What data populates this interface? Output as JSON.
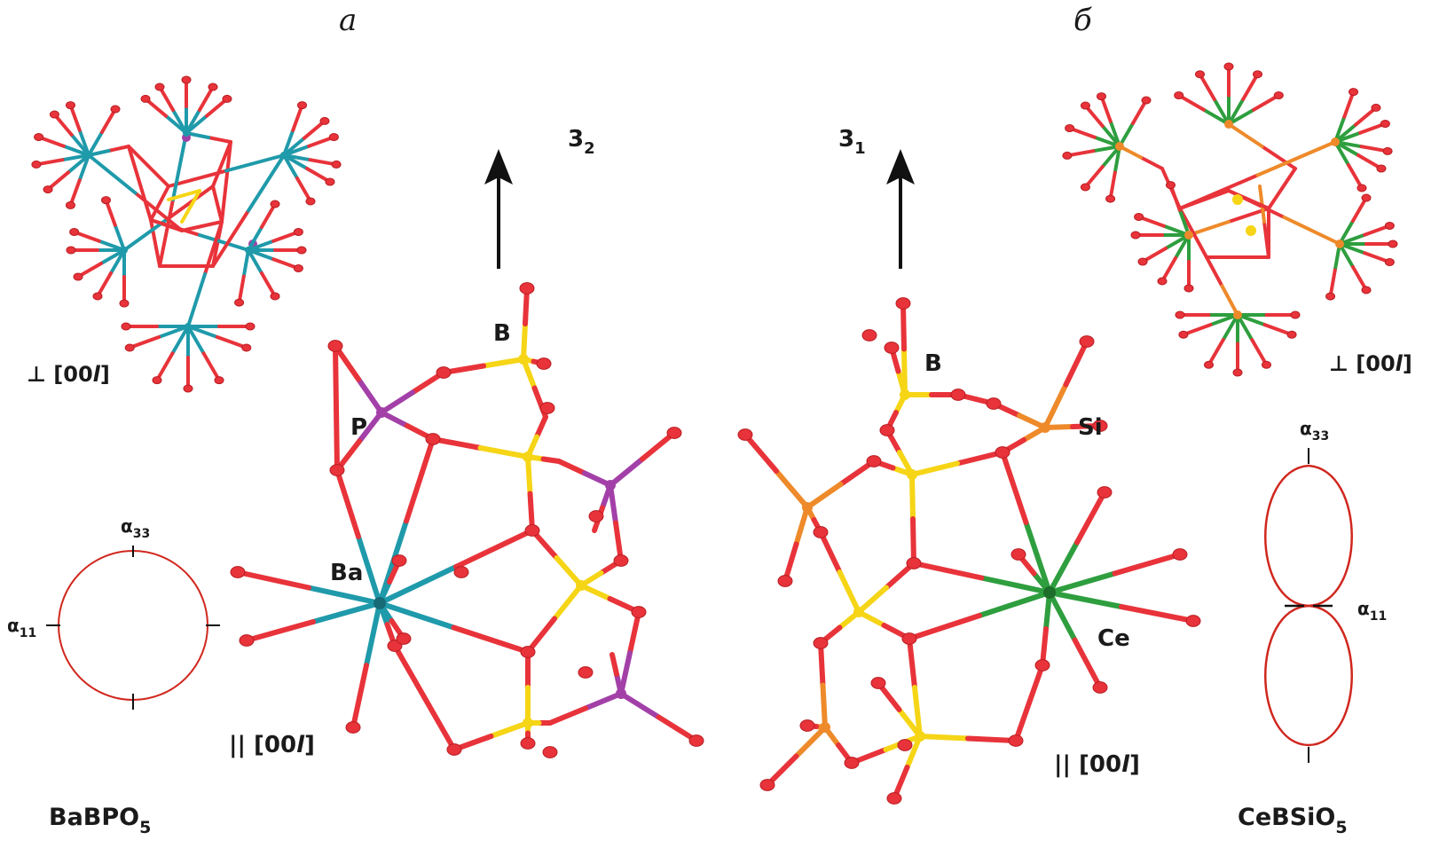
{
  "panels": {
    "left": "а",
    "right": "б"
  },
  "left": {
    "axis_label_base": "3",
    "axis_label_sub": "2",
    "atoms": {
      "b": "B",
      "p": "P",
      "ba": "Ba"
    },
    "view_perp": "⊥ [00",
    "view_perp_italic": "l",
    "view_perp_end": "]",
    "view_par": "|| [00",
    "view_par_italic": "l",
    "view_par_end": "]",
    "alpha_top_base": "α",
    "alpha_top_sub": "33",
    "alpha_side_base": "α",
    "alpha_side_sub": "11",
    "formula_main": "BaBPO",
    "formula_sub": "5"
  },
  "right": {
    "axis_label_base": "3",
    "axis_label_sub": "1",
    "atoms": {
      "b": "B",
      "si": "Si",
      "ce": "Ce"
    },
    "view_perp": "⊥ [00",
    "view_perp_italic": "l",
    "view_perp_end": "]",
    "view_par": "|| [00",
    "view_par_italic": "l",
    "view_par_end": "]",
    "alpha_top_base": "α",
    "alpha_top_sub": "33",
    "alpha_side_base": "α",
    "alpha_side_sub": "11",
    "formula_main": "CeBSiO",
    "formula_sub": "5"
  },
  "colors": {
    "oxygen": "#e8333a",
    "boron": "#f5d516",
    "phosphorus": "#a340a8",
    "barium": "#1f9aaa",
    "silicon": "#ee8a2a",
    "cerium": "#2e9e3e",
    "indicatrix": "#d0271e"
  }
}
